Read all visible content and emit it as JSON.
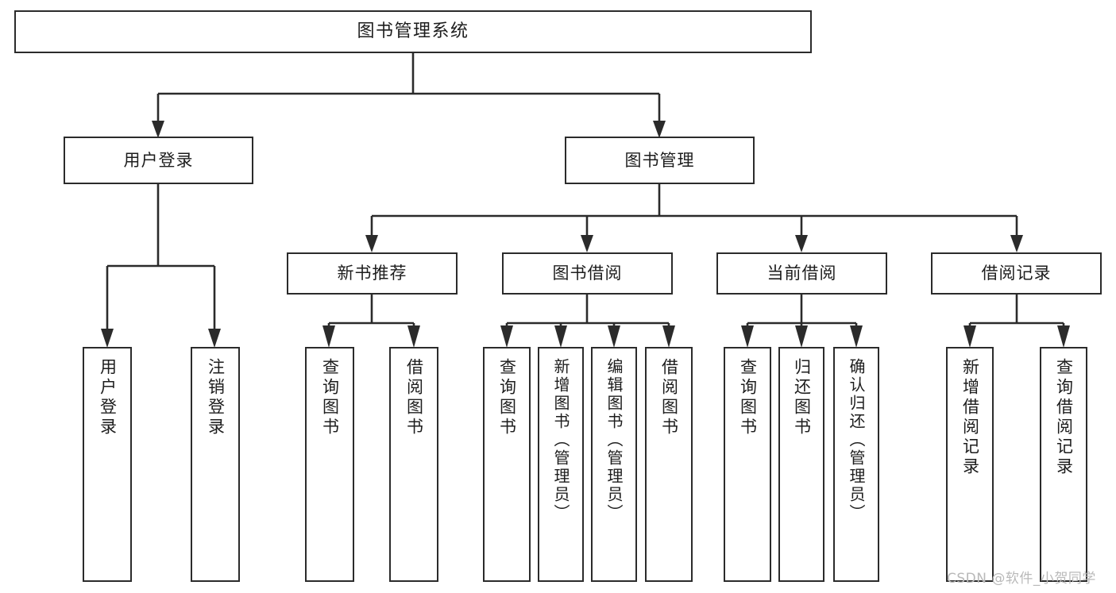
{
  "diagram": {
    "title": "图书管理系统",
    "type": "tree",
    "watermark": "CSDN @软件_小贺同学",
    "root": {
      "id": "root",
      "label": "图书管理系统"
    },
    "level1": [
      {
        "id": "user-login",
        "label": "用户登录"
      },
      {
        "id": "book-manage",
        "label": "图书管理"
      }
    ],
    "level2": [
      {
        "id": "new-book-recommend",
        "label": "新书推荐"
      },
      {
        "id": "book-borrow",
        "label": "图书借阅"
      },
      {
        "id": "current-borrow",
        "label": "当前借阅"
      },
      {
        "id": "borrow-record",
        "label": "借阅记录"
      }
    ],
    "leaves": {
      "user_login": [
        {
          "id": "leaf-user-login",
          "label": "用户登录"
        },
        {
          "id": "leaf-logout-login",
          "label": "注销登录"
        }
      ],
      "new_book_recommend": [
        {
          "id": "leaf-query-book-1",
          "label": "查询图书"
        },
        {
          "id": "leaf-borrow-book-1",
          "label": "借阅图书"
        }
      ],
      "book_borrow": [
        {
          "id": "leaf-query-book-2",
          "label": "查询图书"
        },
        {
          "id": "leaf-add-book",
          "label": "新增图书（管理员）"
        },
        {
          "id": "leaf-edit-book",
          "label": "编辑图书（管理员）"
        },
        {
          "id": "leaf-borrow-book-2",
          "label": "借阅图书"
        }
      ],
      "current_borrow": [
        {
          "id": "leaf-query-book-3",
          "label": "查询图书"
        },
        {
          "id": "leaf-return-book",
          "label": "归还图书"
        },
        {
          "id": "leaf-confirm-return",
          "label": "确认归还（管理员）"
        }
      ],
      "borrow_record": [
        {
          "id": "leaf-add-borrow-record",
          "label": "新增借阅记录"
        },
        {
          "id": "leaf-query-borrow-record",
          "label": "查询借阅记录"
        }
      ]
    },
    "colors": {
      "stroke": "#2b2b2b",
      "background": "#ffffff",
      "text": "#1d1d1d",
      "watermark": "#b9b9b9"
    }
  }
}
